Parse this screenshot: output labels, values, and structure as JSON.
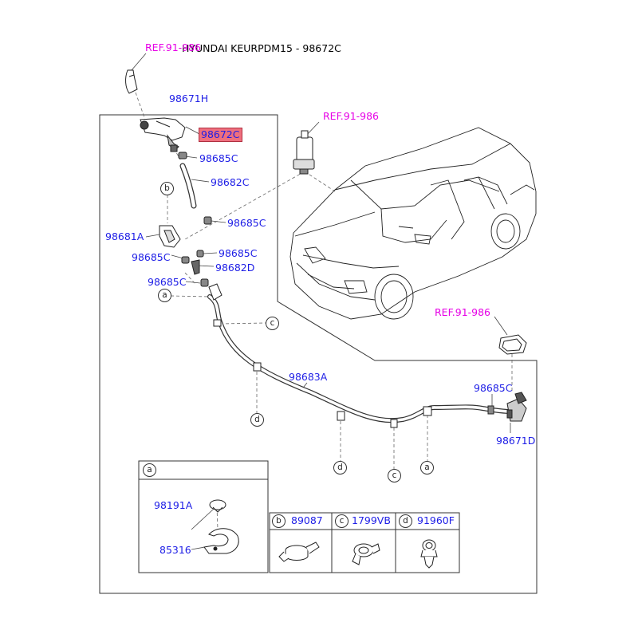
{
  "title": "HYUNDAI KEURPDM15 - 98672C",
  "refs": {
    "top_left": "REF.91-986",
    "middle": "REF.91-986",
    "right": "REF.91-986"
  },
  "highlight_part": "98672C",
  "parts": {
    "p98671H": "98671H",
    "p98685C_1": "98685C",
    "p98682C": "98682C",
    "p98685C_2": "98685C",
    "p98681A": "98681A",
    "p98685C_3": "98685C",
    "p98685C_4": "98685C",
    "p98682D": "98682D",
    "p98685C_5": "98685C",
    "p98683A": "98683A",
    "p98685C_6": "98685C",
    "p98671D": "98671D"
  },
  "callouts": {
    "b_upper": "b",
    "a_upper": "a",
    "c_upper": "c",
    "d_left": "d",
    "d_mid": "d",
    "c_mid": "c",
    "a_mid": "a"
  },
  "detail_a": {
    "key": "a",
    "part1": "98191A",
    "part2": "85316"
  },
  "detail_b": {
    "key": "b",
    "part": "89087"
  },
  "detail_c": {
    "key": "c",
    "part": "1799VB"
  },
  "detail_d": {
    "key": "d",
    "part": "91960F"
  },
  "colors": {
    "part_label": "#1e1ee6",
    "ref_label": "#e600e6",
    "highlight": "#ee6f7e"
  }
}
